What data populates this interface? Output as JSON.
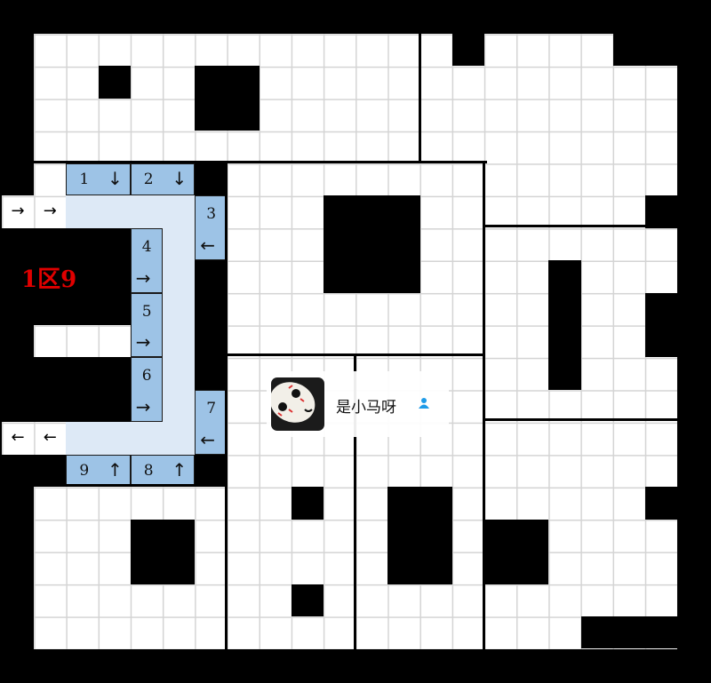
{
  "zone_label": "1区9",
  "entries": {
    "in_arrow": "→",
    "out_arrow": "←"
  },
  "blue_cells": [
    {
      "num": "1",
      "arrow": "↓"
    },
    {
      "num": "2",
      "arrow": "↓"
    },
    {
      "num": "3",
      "arrow": "←"
    },
    {
      "num": "4",
      "arrow": "→"
    },
    {
      "num": "5",
      "arrow": "→"
    },
    {
      "num": "6",
      "arrow": "→"
    },
    {
      "num": "7",
      "arrow": "←"
    },
    {
      "num": "8",
      "arrow": "↑"
    },
    {
      "num": "9",
      "arrow": "↑"
    }
  ],
  "user": {
    "name": "是小马呀",
    "icon": "user-icon"
  },
  "colors": {
    "wall": "#000000",
    "blue": "#9dc3e6",
    "corridor": "#dde9f6",
    "zone_label": "#e00000",
    "user_icon": "#1e9be8"
  }
}
